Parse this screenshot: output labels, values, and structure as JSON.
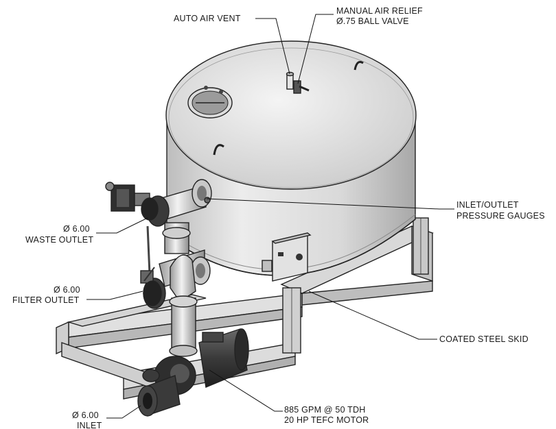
{
  "labels": {
    "auto_air_vent": "AUTO AIR VENT",
    "manual_air_relief_1": "MANUAL AIR RELIEF",
    "manual_air_relief_2": "Ø.75 BALL VALVE",
    "inlet_outlet_1": "INLET/OUTLET",
    "inlet_outlet_2": "PRESSURE GAUGES",
    "waste_outlet_1": "Ø 6.00",
    "waste_outlet_2": "WASTE OUTLET",
    "filter_outlet_1": "Ø 6.00",
    "filter_outlet_2": "FILTER OUTLET",
    "skid": "COATED STEEL SKID",
    "pump_1": "885 GPM @ 50 TDH",
    "pump_2": "20 HP TEFC MOTOR",
    "inlet_1": "Ø 6.00",
    "inlet_2": "INLET"
  },
  "colors": {
    "tank_light": "#ececec",
    "tank_mid": "#cfcfcf",
    "tank_dark": "#a9a9a9",
    "steel": "#d6d6d6",
    "pump_dark": "#3a3a3a",
    "line": "#111111"
  }
}
